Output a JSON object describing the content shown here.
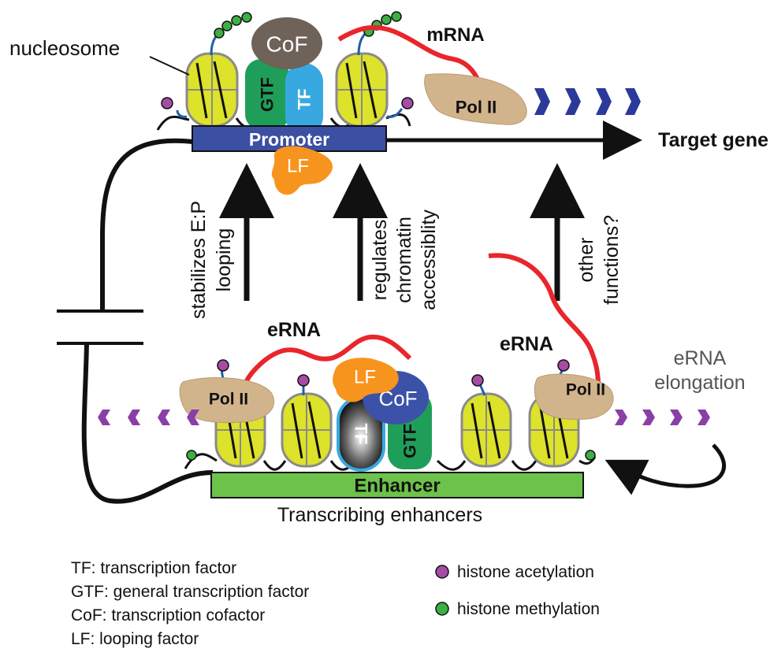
{
  "labels": {
    "nucleosome": "nucleosome",
    "mrna": "mRNA",
    "cof": "CoF",
    "gtf": "GTF",
    "tf": "TF",
    "lf": "LF",
    "pol_ii": "Pol II",
    "promoter": "Promoter",
    "target_gene": "Target gene",
    "erna": "eRNA",
    "erna_elongation": [
      "eRNA",
      "elongation"
    ],
    "enhancer": "Enhancer",
    "transcribing_enhancers": "Transcribing enhancers"
  },
  "arrows": {
    "stabilizes": [
      "stabilizes E:P",
      "looping"
    ],
    "regulates": [
      "regulates",
      "chromatin",
      "accessiblity"
    ],
    "other": [
      "other",
      "functions?"
    ]
  },
  "legend": {
    "abbreviations": [
      "TF: transcription factor",
      "GTF: general transcription factor",
      "CoF: transcription cofactor",
      "LF: looping factor"
    ],
    "marks": [
      {
        "label": "histone acetylation",
        "color": "#a64ca6"
      },
      {
        "label": "histone methylation",
        "color": "#3cb043"
      }
    ]
  },
  "colors": {
    "nucleosome": "#dde22a",
    "promoter": "#3b4fa3",
    "enhancer": "#6cc24a",
    "gtf": "#1f9e5a",
    "tf_promoter": "#38a9e0",
    "cof_promoter": "#6e6259",
    "cof_enhancer": "#3c52a8",
    "lf": "#f7941d",
    "pol_ii": "#d2b48c",
    "rna": "#e8262b",
    "promoter_arrows": "#2b3a9a",
    "enhancer_arrows": "#8a3fa6"
  }
}
